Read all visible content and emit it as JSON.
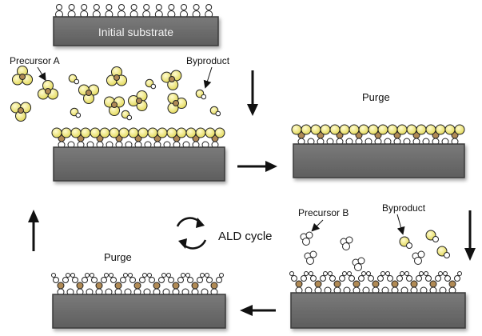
{
  "labels": {
    "initial_substrate": "Initial substrate",
    "precursor_a": "Precursor A",
    "byproduct_top": "Byproduct",
    "purge_right": "Purge",
    "precursor_b": "Precursor B",
    "byproduct_bottom": "Byproduct",
    "cycle": "ALD cycle",
    "purge_left": "Purge"
  },
  "colors": {
    "substrate": "#6e6e6e",
    "substrate_edge": "#3a3a3a",
    "precursor_a": "#f2ec8c",
    "metal_center": "#b08a55",
    "hydroxyl": "#ffffff",
    "arrow": "#111111"
  },
  "icons": {
    "cycle": "cycle-arrows-icon"
  }
}
